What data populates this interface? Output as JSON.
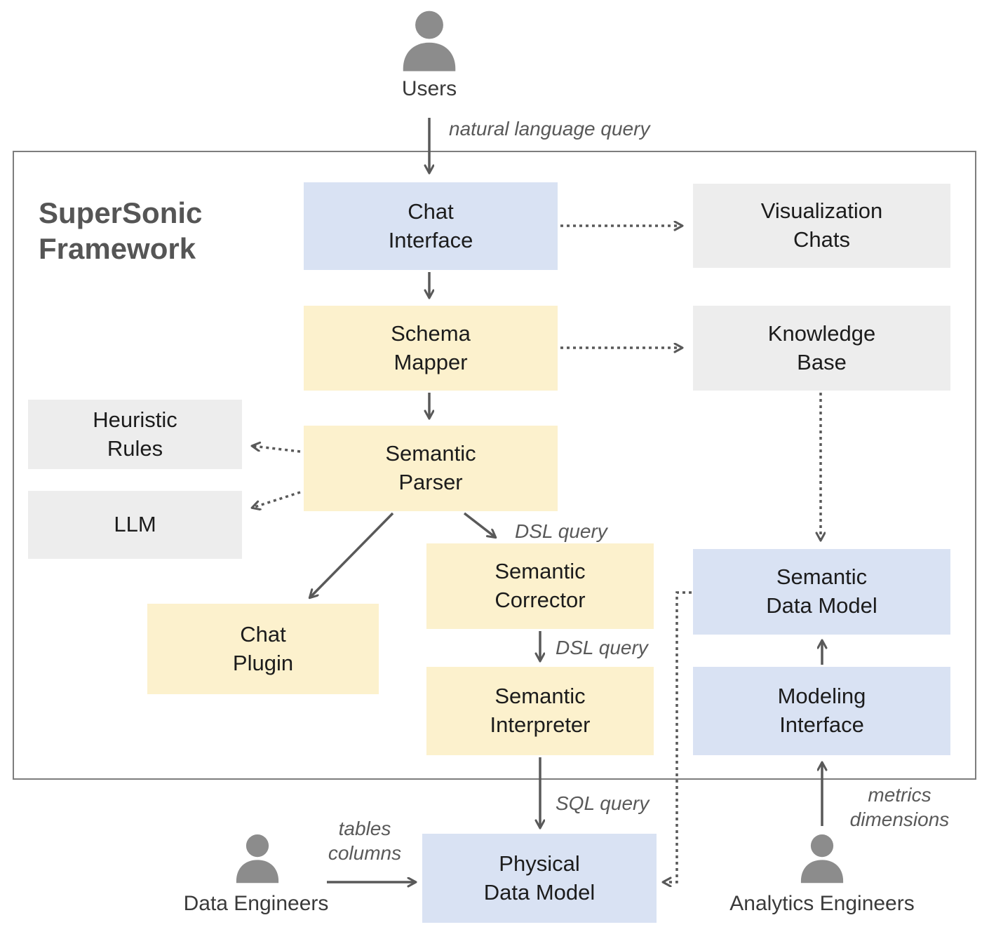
{
  "diagram": {
    "title": "SuperSonic\nFramework",
    "nodes": {
      "chat_interface": {
        "label": "Chat\nInterface"
      },
      "visualization_chats": {
        "label": "Visualization\nChats"
      },
      "schema_mapper": {
        "label": "Schema\nMapper"
      },
      "knowledge_base": {
        "label": "Knowledge\nBase"
      },
      "heuristic_rules": {
        "label": "Heuristic\nRules"
      },
      "llm": {
        "label": "LLM"
      },
      "semantic_parser": {
        "label": "Semantic\nParser"
      },
      "semantic_corrector": {
        "label": "Semantic\nCorrector"
      },
      "chat_plugin": {
        "label": "Chat\nPlugin"
      },
      "semantic_interpreter": {
        "label": "Semantic\nInterpreter"
      },
      "semantic_data_model": {
        "label": "Semantic\nData Model"
      },
      "modeling_interface": {
        "label": "Modeling\nInterface"
      },
      "physical_data_model": {
        "label": "Physical\nData Model"
      }
    },
    "actors": {
      "users": {
        "label": "Users"
      },
      "data_engineers": {
        "label": "Data Engineers"
      },
      "analytics_engineers": {
        "label": "Analytics Engineers"
      }
    },
    "edge_labels": {
      "natural_language_query": "natural language query",
      "dsl_query_1": "DSL query",
      "dsl_query_2": "DSL query",
      "sql_query": "SQL query",
      "tables_columns": "tables\ncolumns",
      "metrics_dimensions": "metrics\ndimensions"
    },
    "colors": {
      "blue_node": "#d9e2f3",
      "yellow_node": "#fcf1cd",
      "gray_node": "#ededed",
      "arrow": "#595959",
      "frame_border": "#7d7d7d",
      "actor_icon": "#8c8c8c",
      "title_text": "#555555"
    }
  }
}
